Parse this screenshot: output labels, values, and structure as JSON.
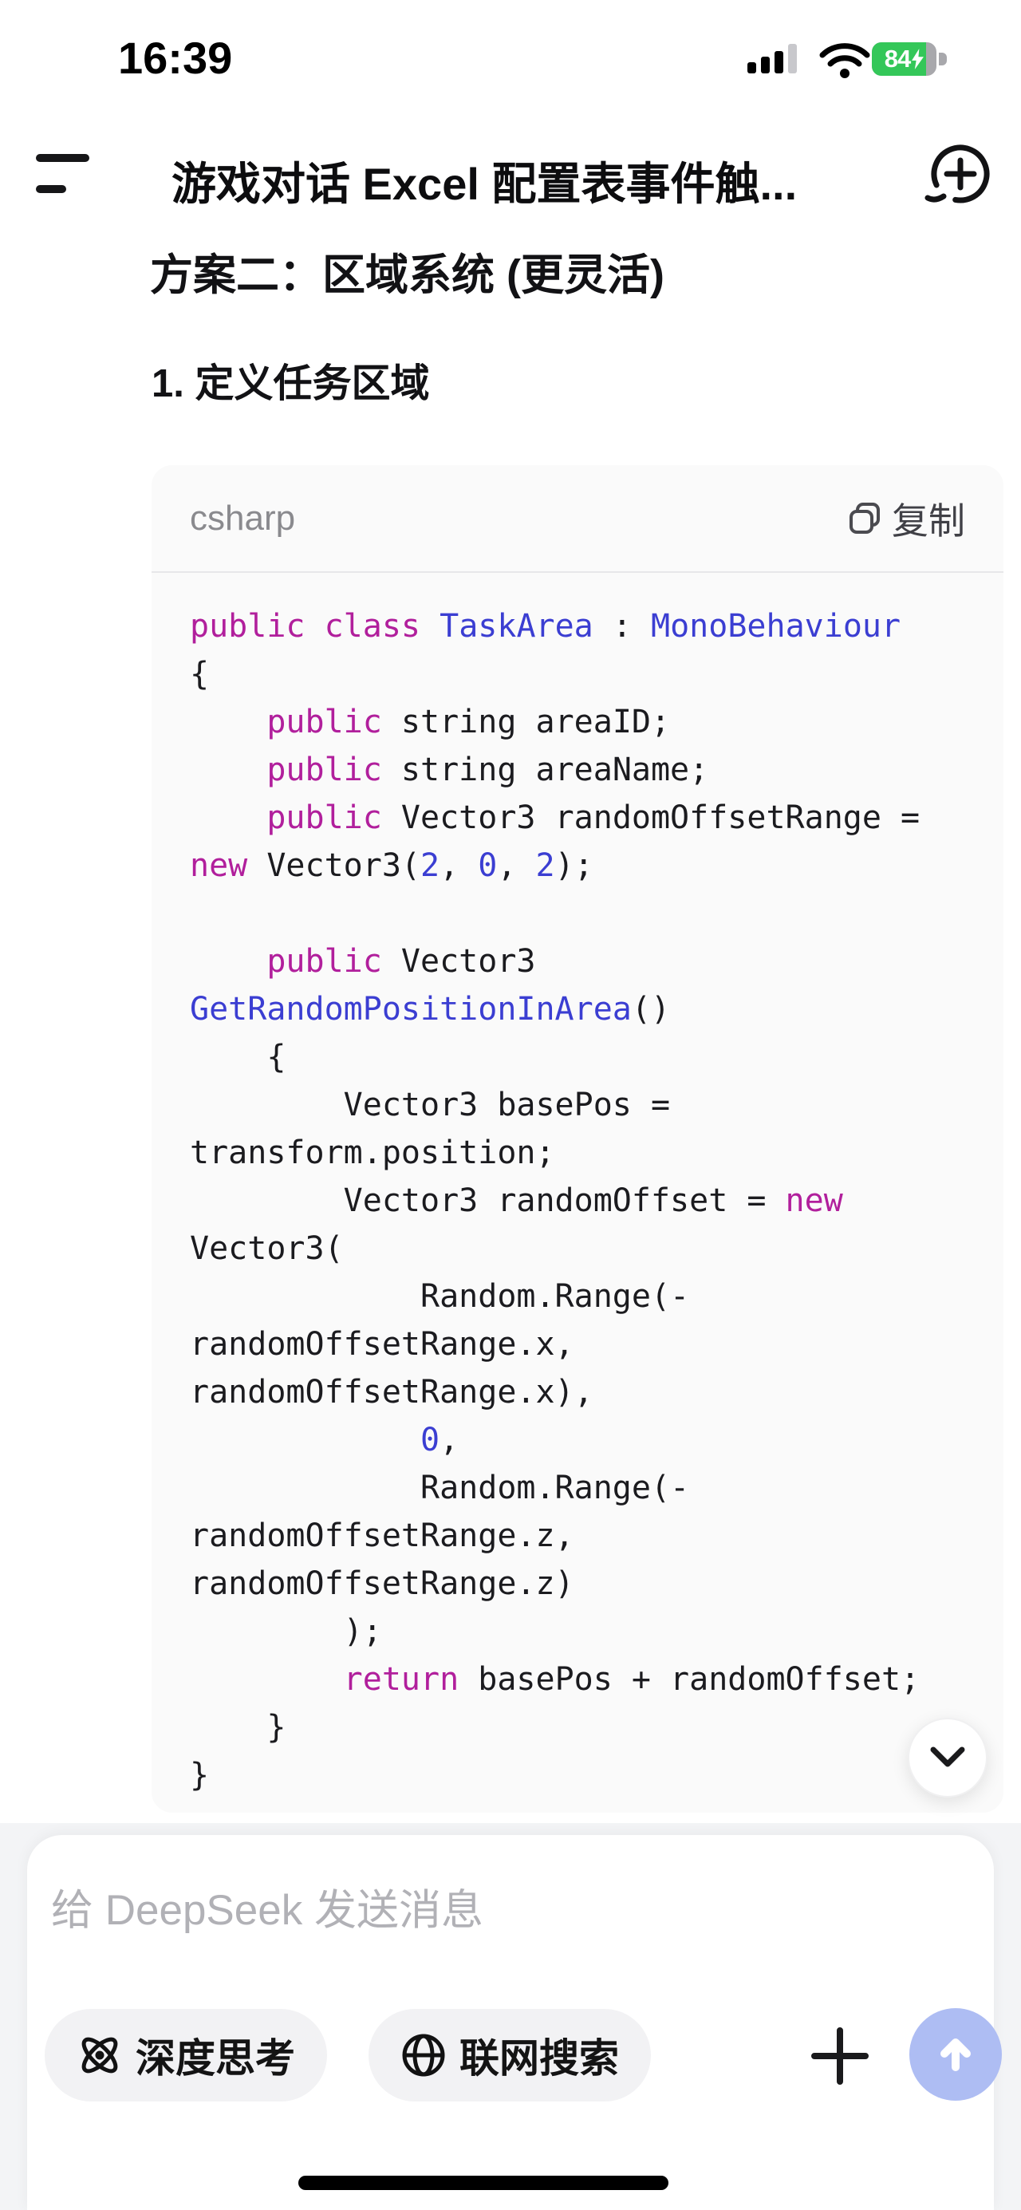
{
  "status_bar": {
    "time": "16:39",
    "battery_percent": "84",
    "battery_charging": true,
    "battery_color": "#34c759",
    "signal": {
      "bars_total": 4,
      "bars_filled": 3
    }
  },
  "header": {
    "title": "游戏对话 Excel 配置表事件触...",
    "menu_icon": "hamburger-icon",
    "new_chat_icon": "new-chat-plus-bubble-icon"
  },
  "content": {
    "heading2": "方案二：区域系统 (更灵活)",
    "heading3": "1. 定义任务区域",
    "code_block": {
      "language": "csharp",
      "copy_label": "复制",
      "copy_icon": "copy-icon",
      "syntax_colors": {
        "keyword": "#b11f9c",
        "type": "#3b3ed2",
        "number": "#3b3ed2",
        "plain": "#1b1b1f"
      },
      "lines": [
        [
          {
            "t": "public",
            "c": "k"
          },
          {
            "t": " ",
            "c": "p"
          },
          {
            "t": "class",
            "c": "k"
          },
          {
            "t": " ",
            "c": "p"
          },
          {
            "t": "TaskArea",
            "c": "y"
          },
          {
            "t": " : ",
            "c": "p"
          },
          {
            "t": "MonoBehaviour",
            "c": "y"
          }
        ],
        [
          {
            "t": "{",
            "c": "p"
          }
        ],
        [
          {
            "t": "    ",
            "c": "p"
          },
          {
            "t": "public",
            "c": "k"
          },
          {
            "t": " string areaID;",
            "c": "p"
          }
        ],
        [
          {
            "t": "    ",
            "c": "p"
          },
          {
            "t": "public",
            "c": "k"
          },
          {
            "t": " string areaName;",
            "c": "p"
          }
        ],
        [
          {
            "t": "    ",
            "c": "p"
          },
          {
            "t": "public",
            "c": "k"
          },
          {
            "t": " Vector3 randomOffsetRange =",
            "c": "p"
          }
        ],
        [
          {
            "t": "new",
            "c": "k"
          },
          {
            "t": " Vector3(",
            "c": "p"
          },
          {
            "t": "2",
            "c": "n"
          },
          {
            "t": ", ",
            "c": "p"
          },
          {
            "t": "0",
            "c": "n"
          },
          {
            "t": ", ",
            "c": "p"
          },
          {
            "t": "2",
            "c": "n"
          },
          {
            "t": ");",
            "c": "p"
          }
        ],
        [],
        [
          {
            "t": "    ",
            "c": "p"
          },
          {
            "t": "public",
            "c": "k"
          },
          {
            "t": " Vector3",
            "c": "p"
          }
        ],
        [
          {
            "t": "GetRandomPositionInArea",
            "c": "y"
          },
          {
            "t": "()",
            "c": "p"
          }
        ],
        [
          {
            "t": "    {",
            "c": "p"
          }
        ],
        [
          {
            "t": "        Vector3 basePos =",
            "c": "p"
          }
        ],
        [
          {
            "t": "transform.position;",
            "c": "p"
          }
        ],
        [
          {
            "t": "        Vector3 randomOffset = ",
            "c": "p"
          },
          {
            "t": "new",
            "c": "k"
          }
        ],
        [
          {
            "t": "Vector3(",
            "c": "p"
          }
        ],
        [
          {
            "t": "            Random.Range(-",
            "c": "p"
          }
        ],
        [
          {
            "t": "randomOffsetRange.x,",
            "c": "p"
          }
        ],
        [
          {
            "t": "randomOffsetRange.x),",
            "c": "p"
          }
        ],
        [
          {
            "t": "            ",
            "c": "p"
          },
          {
            "t": "0",
            "c": "n"
          },
          {
            "t": ",",
            "c": "p"
          }
        ],
        [
          {
            "t": "            Random.Range(-",
            "c": "p"
          }
        ],
        [
          {
            "t": "randomOffsetRange.z,",
            "c": "p"
          }
        ],
        [
          {
            "t": "randomOffsetRange.z)",
            "c": "p"
          }
        ],
        [
          {
            "t": "        );",
            "c": "p"
          }
        ],
        [
          {
            "t": "        ",
            "c": "p"
          },
          {
            "t": "return",
            "c": "k"
          },
          {
            "t": " basePos + randomOffset;",
            "c": "p"
          }
        ],
        [
          {
            "t": "    }",
            "c": "p"
          }
        ],
        [
          {
            "t": "}",
            "c": "p"
          }
        ]
      ]
    }
  },
  "scroll_button": {
    "icon": "chevron-down-icon"
  },
  "composer": {
    "placeholder": "给 DeepSeek 发送消息",
    "deep_think_label": "深度思考",
    "deep_think_icon": "atom-icon",
    "web_search_label": "联网搜索",
    "web_search_icon": "globe-icon",
    "plus_icon": "plus-icon",
    "send_icon": "arrow-up-icon",
    "send_color": "#aebdf3"
  }
}
